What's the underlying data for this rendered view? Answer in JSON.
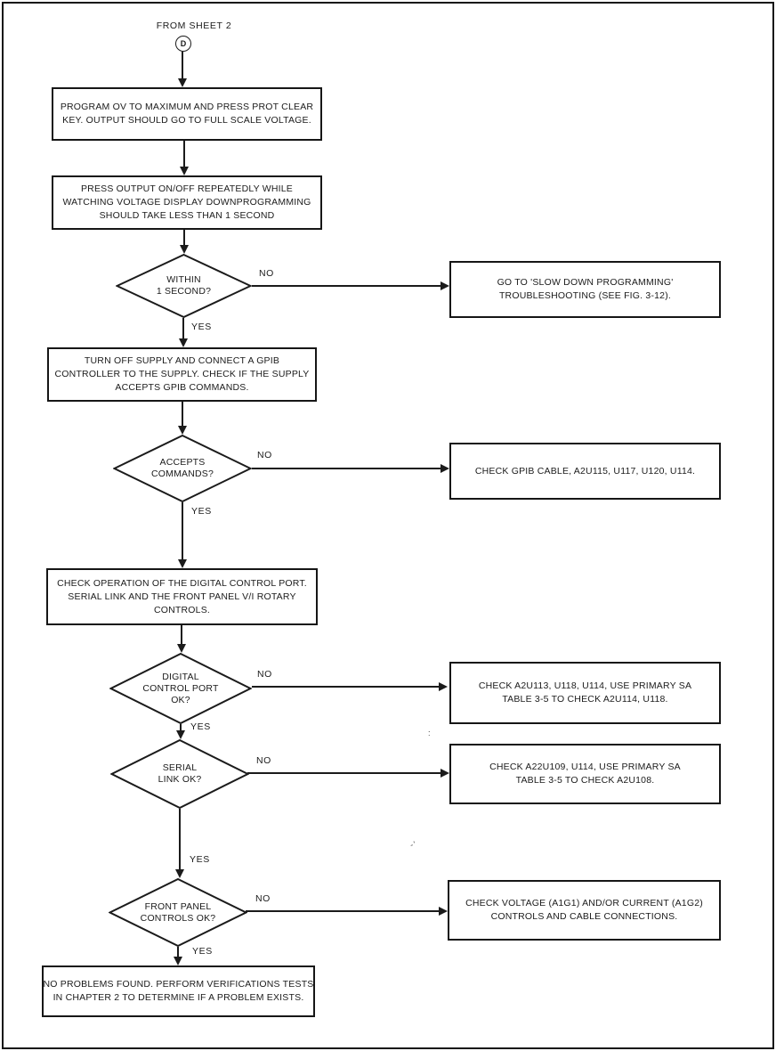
{
  "colors": {
    "ink": "#1b1b1b",
    "paper": "#ffffff"
  },
  "header": {
    "from_label": "FROM SHEET 2",
    "connector_letter": "D"
  },
  "edge_labels": {
    "yes": "YES",
    "no": "NO"
  },
  "nodes": {
    "program_ov": {
      "lines": [
        "PROGRAM OV TO MAXIMUM AND PRESS PROT CLEAR",
        "KEY. OUTPUT SHOULD GO TO FULL SCALE VOLTAGE."
      ]
    },
    "press_output": {
      "lines": [
        "PRESS OUTPUT ON/OFF REPEATEDLY WHILE",
        "WATCHING VOLTAGE DISPLAY DOWNPROGRAMMING",
        "SHOULD TAKE LESS THAN 1 SECOND"
      ]
    },
    "within_1_second": {
      "lines": [
        "WITHIN",
        "1 SECOND?"
      ]
    },
    "slow_down_programming": {
      "lines": [
        "GO TO 'SLOW DOWN PROGRAMMING'",
        "TROUBLESHOOTING (SEE FIG. 3-12)."
      ]
    },
    "turn_off_supply": {
      "lines": [
        "TURN OFF SUPPLY AND CONNECT A GPIB",
        "CONTROLLER TO THE SUPPLY. CHECK IF THE SUPPLY",
        "ACCEPTS GPIB COMMANDS."
      ]
    },
    "accepts_commands": {
      "lines": [
        "ACCEPTS",
        "COMMANDS?"
      ]
    },
    "check_gpib_cable": {
      "lines": [
        "CHECK GPIB CABLE, A2U115, U117, U120, U114."
      ]
    },
    "check_operation": {
      "lines": [
        "CHECK OPERATION OF THE DIGITAL CONTROL PORT.",
        "SERIAL LINK AND THE FRONT PANEL V/I ROTARY",
        "CONTROLS."
      ]
    },
    "digital_control_port": {
      "lines": [
        "DIGITAL",
        "CONTROL PORT",
        "OK?"
      ]
    },
    "check_a2u113": {
      "lines": [
        "CHECK A2U113, U118, U114, USE PRIMARY SA",
        "TABLE 3-5 TO CHECK A2U114, U118."
      ]
    },
    "serial_link": {
      "lines": [
        "SERIAL",
        "LINK OK?"
      ]
    },
    "check_a22u109": {
      "lines": [
        "CHECK A22U109, U114, USE PRIMARY SA",
        "TABLE 3-5 TO CHECK A2U108."
      ]
    },
    "front_panel": {
      "lines": [
        "FRONT PANEL",
        "CONTROLS OK?"
      ]
    },
    "check_voltage_controls": {
      "lines": [
        "CHECK VOLTAGE (A1G1) AND/OR CURRENT (A1G2)",
        "CONTROLS AND CABLE CONNECTIONS."
      ]
    },
    "no_problems": {
      "lines": [
        "NO PROBLEMS FOUND. PERFORM VERIFICATIONS TESTS",
        "IN CHAPTER 2 TO DETERMINE IF A PROBLEM EXISTS."
      ]
    }
  },
  "artifacts": {
    "colon": ":",
    "smudge": "-'"
  }
}
